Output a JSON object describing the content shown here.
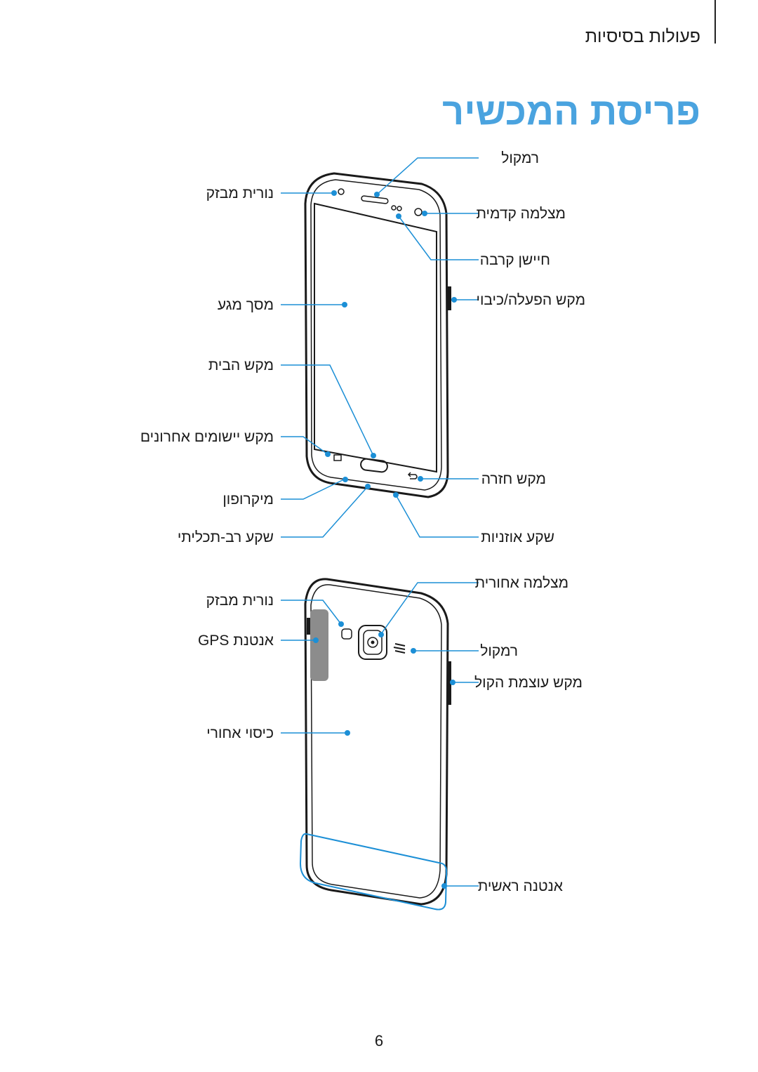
{
  "header": {
    "section": "פעולות בסיסיות"
  },
  "title": "פריסת המכשיר",
  "front_labels": {
    "earpiece": "רמקול",
    "proximity_sensor": "חיישן קרבה",
    "front_camera": "מצלמה קדמית",
    "power_key": "מקש הפעלה/כיבוי",
    "notification_light": "נורית מבזק",
    "touchscreen": "מסך מגע",
    "home_key": "מקש הבית",
    "recent_apps_key": "מקש יישומים אחרונים",
    "back_key": "מקש חזרה",
    "microphone": "מיקרופון",
    "headset_jack": "שקע אוזניות",
    "multipurpose_jack": "שקע רב-תכליתי"
  },
  "back_labels": {
    "rear_camera": "מצלמה אחורית",
    "flash": "נורית מבזק",
    "gps_antenna": "אנטנת GPS",
    "speaker": "רמקול",
    "volume_key": "מקש עוצמת הקול",
    "back_cover": "כיסוי אחורי",
    "main_antenna": "אנטנה ראשית"
  },
  "page_number": "6",
  "colors": {
    "accent": "#4aa3df",
    "callout": "#1c8fd6",
    "device_outline": "#1a1a1a",
    "gps_area": "#8c8c8c"
  }
}
